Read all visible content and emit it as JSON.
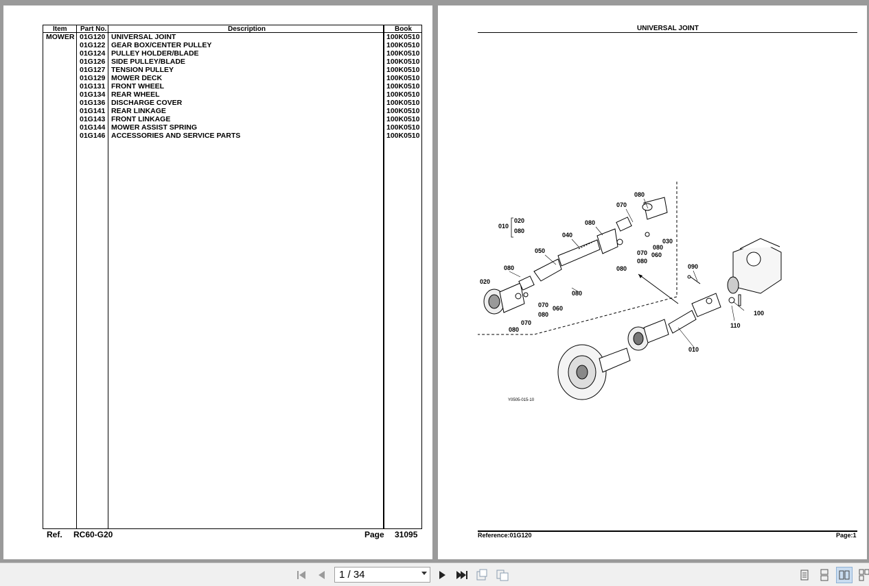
{
  "left_page": {
    "headers": {
      "item": "Item",
      "part_no": "Part No.",
      "description": "Description",
      "book": "Book"
    },
    "item_group": "MOWER",
    "rows": [
      {
        "part": "01G120",
        "desc": "UNIVERSAL JOINT",
        "book": "100K0510"
      },
      {
        "part": "01G122",
        "desc": "GEAR BOX/CENTER PULLEY",
        "book": "100K0510"
      },
      {
        "part": "01G124",
        "desc": "PULLEY HOLDER/BLADE",
        "book": "100K0510"
      },
      {
        "part": "01G126",
        "desc": "SIDE PULLEY/BLADE",
        "book": "100K0510"
      },
      {
        "part": "01G127",
        "desc": "TENSION PULLEY",
        "book": "100K0510"
      },
      {
        "part": "01G129",
        "desc": "MOWER DECK",
        "book": "100K0510"
      },
      {
        "part": "01G131",
        "desc": "FRONT WHEEL",
        "book": "100K0510"
      },
      {
        "part": "01G134",
        "desc": "REAR WHEEL",
        "book": "100K0510"
      },
      {
        "part": "01G136",
        "desc": "DISCHARGE COVER",
        "book": "100K0510"
      },
      {
        "part": "01G141",
        "desc": "REAR LINKAGE",
        "book": "100K0510"
      },
      {
        "part": "01G143",
        "desc": "FRONT LINKAGE",
        "book": "100K0510"
      },
      {
        "part": "01G144",
        "desc": "MOWER ASSIST SPRING",
        "book": "100K0510"
      },
      {
        "part": "01G146",
        "desc": "ACCESSORIES AND SERVICE PARTS",
        "book": "100K0510"
      }
    ],
    "footer": {
      "ref_label": "Ref.",
      "ref_value": "RC60-G20",
      "page_label": "Page",
      "page_value": "31095"
    }
  },
  "right_page": {
    "title": "UNIVERSAL JOINT",
    "footer_reference": "Reference:01G120",
    "footer_page": "Page:1",
    "drawing_code": "Y0505-015-10",
    "callouts": [
      "010",
      "020",
      "080",
      "040",
      "050",
      "080",
      "070",
      "080",
      "030",
      "080",
      "070",
      "060",
      "080",
      "080",
      "020",
      "080",
      "070",
      "060",
      "070",
      "080",
      "080",
      "090",
      "100",
      "110",
      "010"
    ]
  },
  "toolbar": {
    "page_indicator": "1 / 34",
    "icons": [
      "first-page-icon",
      "prev-page-icon",
      "next-page-icon",
      "last-page-icon",
      "rotate-icon",
      "copy-icon",
      "single-page-icon",
      "continuous-page-icon",
      "two-page-icon",
      "two-page-continuous-icon"
    ]
  }
}
